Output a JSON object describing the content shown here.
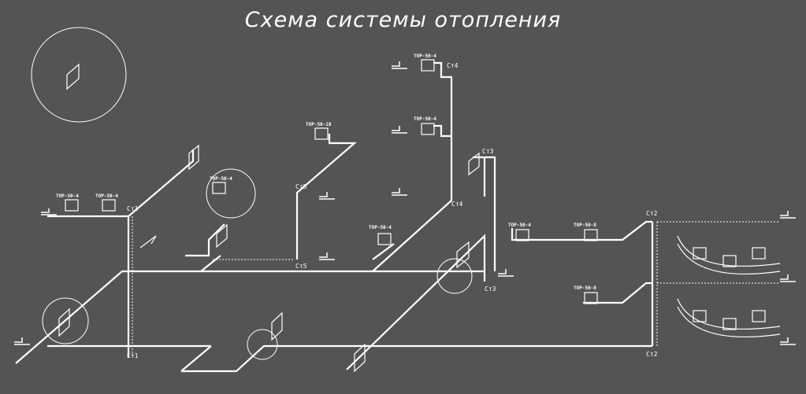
{
  "title": "Схема системы отопления",
  "colors": {
    "background": "#545454",
    "lines": "#ffffff"
  },
  "radiator_labels": {
    "r1": "ТОР-50-4",
    "r2": "ТОР-50-4",
    "r3": "ТОР-50-10",
    "r4": "ТОР-50-4",
    "r5": "ТОР-50-4",
    "r6": "ТОР-50-4",
    "r7": "ТОР-50-4",
    "r8": "ТОР-50-4",
    "r9": "ТОР-50-8",
    "r10": "ТОР-50-8"
  },
  "risers": {
    "st1_top": "Ст1",
    "st1_bottom": "Ст1",
    "st2_top": "Ст2",
    "st2_bottom": "Ст2",
    "st3_top": "Ст3",
    "st3_bottom": "Ст3",
    "st4_top": "Ст4",
    "st4_mid": "Ст4",
    "st5_top": "Ст5",
    "st5_bottom": "Ст5"
  }
}
